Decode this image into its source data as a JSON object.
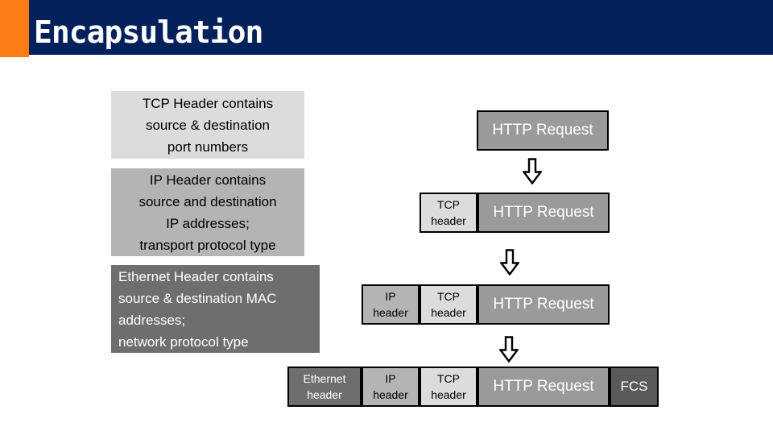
{
  "slide": {
    "title": "Encapsulation"
  },
  "colors": {
    "accent_orange": "#fb7c15",
    "header_navy": "#04215c",
    "gray_light": "#dcdcdc",
    "gray_medium": "#b4b4b4",
    "gray_http": "#9a9a9a",
    "gray_dark": "#6e6e6e",
    "gray_fcs": "#5a5a5a"
  },
  "callouts": [
    {
      "id": "tcp",
      "lines": [
        "TCP Header contains",
        "source & destination",
        "port numbers"
      ]
    },
    {
      "id": "ip",
      "lines": [
        "IP Header contains",
        "source and destination",
        "IP addresses;",
        "transport protocol type"
      ]
    },
    {
      "id": "ethernet",
      "lines": [
        "Ethernet Header contains",
        "source & destination MAC",
        "addresses;",
        "network protocol type"
      ]
    }
  ],
  "diagram": {
    "rows": [
      {
        "segments": [
          {
            "label": "HTTP Request"
          }
        ]
      },
      {
        "segments": [
          {
            "label": "TCP header"
          },
          {
            "label": "HTTP Request"
          }
        ]
      },
      {
        "segments": [
          {
            "label": "IP header"
          },
          {
            "label": "TCP header"
          },
          {
            "label": "HTTP Request"
          }
        ]
      },
      {
        "segments": [
          {
            "label": "Ethernet header"
          },
          {
            "label": "IP header"
          },
          {
            "label": "TCP header"
          },
          {
            "label": "HTTP Request"
          },
          {
            "label": "FCS"
          }
        ]
      }
    ]
  }
}
